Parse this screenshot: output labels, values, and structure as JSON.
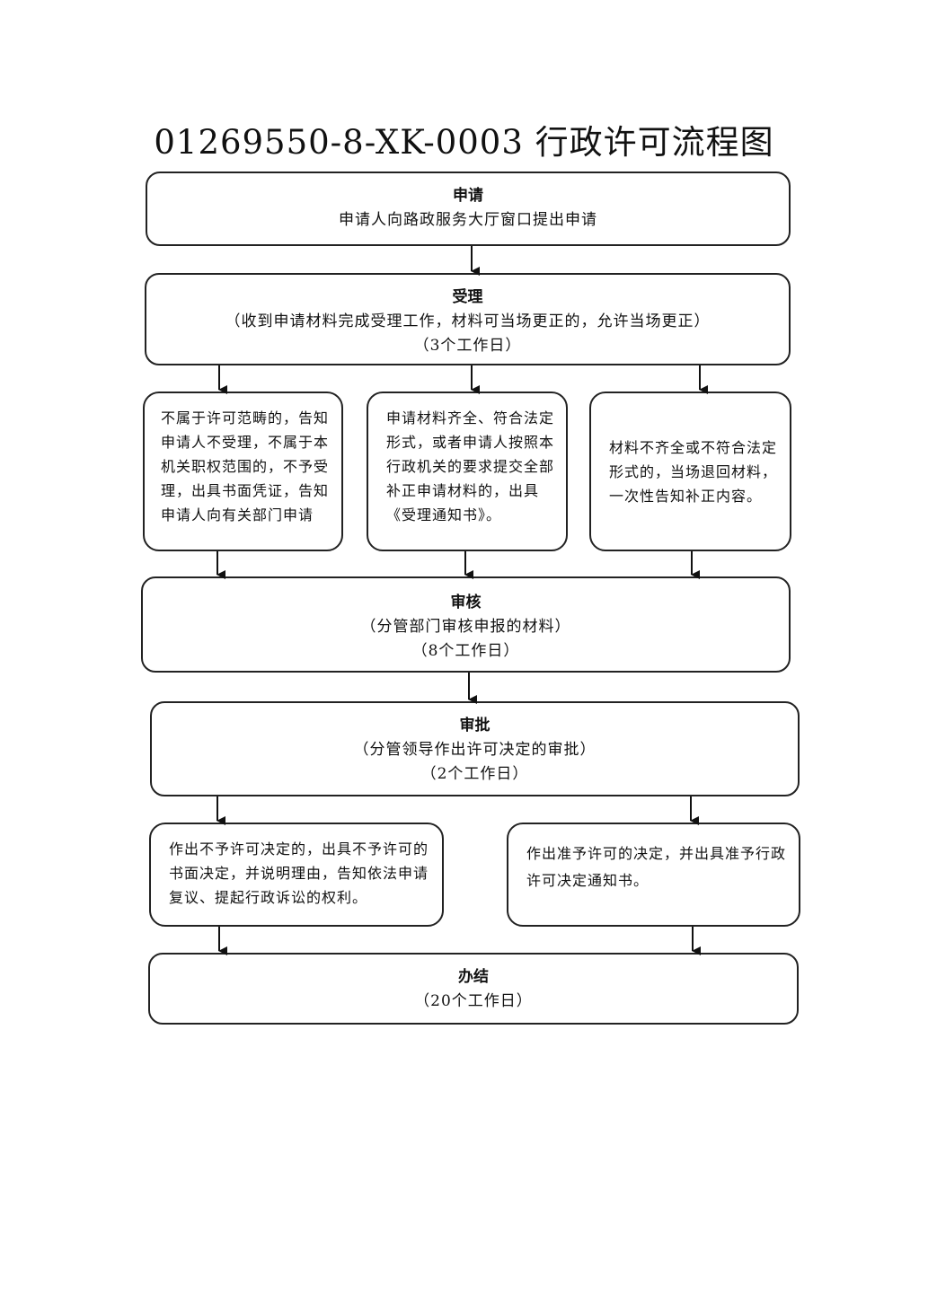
{
  "title": "01269550-8-XK-0003 行政许可流程图",
  "steps": {
    "apply": {
      "heading": "申请",
      "line1": "申请人向路政服务大厅窗口提出申请"
    },
    "accept": {
      "heading": "受理",
      "line1": "（收到申请材料完成受理工作，材料可当场更正的，允许当场更正）",
      "line2": "（3个工作日）"
    },
    "review": {
      "heading": "审核",
      "line1": "（分管部门审核申报的材料）",
      "line2": "（8个工作日）"
    },
    "approve": {
      "heading": "审批",
      "line1": "（分管领导作出许可决定的审批）",
      "line2": "（2个工作日）"
    },
    "finish": {
      "heading": "办结",
      "line1": "（20个工作日）"
    }
  },
  "branches": {
    "not_accepted": "不属于许可范畴的，告知申请人不受理，不属于本机关职权范围的，不予受理，出具书面凭证，告知申请人向有关部门申请",
    "accepted": "申请材料齐全、符合法定形式，或者申请人按照本行政机关的要求提交全部补正申请材料的，出具《受理通知书》。",
    "incomplete": "材料不齐全或不符合法定形式的，当场退回材料，一次性告知补正内容。",
    "denied": "作出不予许可决定的，出具不予许可的书面决定，并说明理由，告知依法申请复议、提起行政诉讼的权利。",
    "granted": "作出准予许可的决定，并出具准予行政许可决定通知书。"
  }
}
